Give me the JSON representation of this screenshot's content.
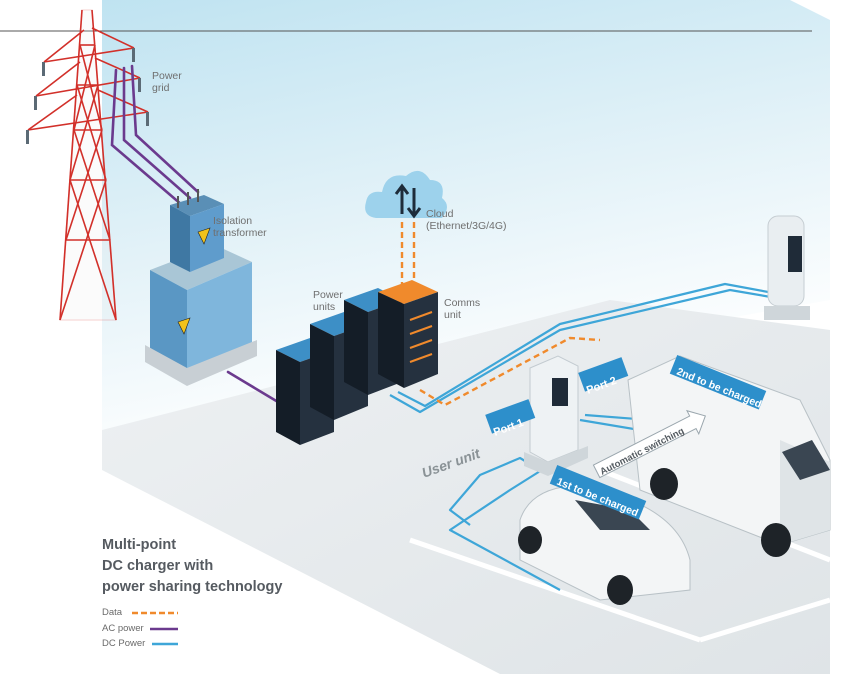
{
  "labels": {
    "power_grid": "Power\ngrid",
    "isolation_transformer": "Isolation\ntransformer",
    "cloud": "Cloud\n(Ethernet/3G/4G)",
    "power_units": "Power\nunits",
    "comms_unit": "Comms\nunit",
    "user_unit": "User unit",
    "port1": "Port 1",
    "port2": "Port 2",
    "first_charged": "1st to be charged",
    "second_charged": "2nd to be charged",
    "automatic_switching": "Automatic switching"
  },
  "title": {
    "line1": "Multi-point",
    "line2": "DC charger with",
    "line3": "power sharing technology"
  },
  "legend": [
    {
      "label": "Data",
      "color": "#f08a2c",
      "style": "dashed"
    },
    {
      "label": "AC power",
      "color": "#6b3a8e",
      "style": "solid"
    },
    {
      "label": "DC Power",
      "color": "#3ea6d8",
      "style": "solid"
    }
  ],
  "colors": {
    "sky_top": "#c6e6f2",
    "pylon": "#d2302a",
    "data_line": "#f08a2c",
    "ac_line": "#6b3a8e",
    "dc_line": "#3ea6d8",
    "cabinet": "#1f2b38",
    "label_badge": "#2d8fcb"
  }
}
